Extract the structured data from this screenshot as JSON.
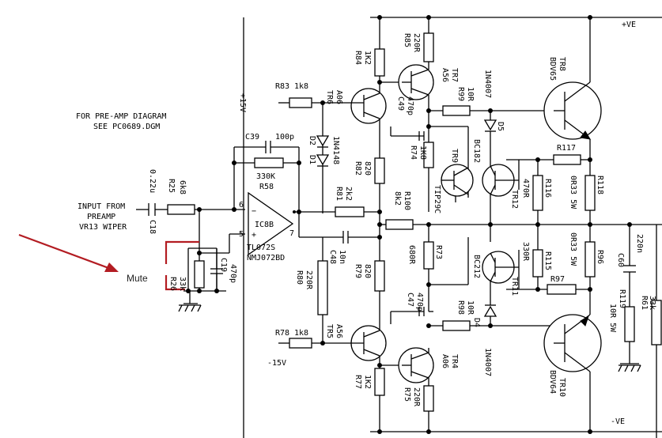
{
  "rails": {
    "pos": "+VE",
    "neg": "-VE",
    "p15": "+15V",
    "n15": "-15V"
  },
  "note": {
    "line1": "FOR PRE-AMP DIAGRAM",
    "line2": "SEE PC0689.DGM"
  },
  "input": {
    "line1": "INPUT FROM",
    "line2": "PREAMP",
    "line3": "VR13 WIPER"
  },
  "mute_label": "Mute",
  "opamp": {
    "name": "IC8B",
    "part1": "TL072S",
    "part2": "NMJ072BD",
    "pin_inv": "6",
    "pin_non": "5",
    "pin_out": "7",
    "minus": "−",
    "plus": "+"
  },
  "c18": {
    "ref": "C18",
    "val": "0.22u"
  },
  "r25": {
    "ref": "R25",
    "val": "6k8"
  },
  "c39": {
    "ref": "C39",
    "val": "100p"
  },
  "r58": {
    "ref": "R58",
    "val": "330K"
  },
  "r26": {
    "ref": "R26",
    "val": "33k"
  },
  "c19": {
    "ref": "C19",
    "val": "470p"
  },
  "r83": {
    "ref": "R83",
    "val": "1k8"
  },
  "r78": {
    "ref": "R78",
    "val": "1k8"
  },
  "d2": {
    "ref": "D2",
    "val": "1N4148"
  },
  "d1": {
    "ref": "D1"
  },
  "c48": {
    "ref": "C48",
    "val": "10n"
  },
  "r80": {
    "ref": "R80",
    "val": "220R"
  },
  "r81": {
    "ref": "R81",
    "val": "2k2"
  },
  "r82": {
    "ref": "R82",
    "val": "820"
  },
  "r79": {
    "ref": "R79",
    "val": "820"
  },
  "r84": {
    "ref": "R84",
    "val": "1K2"
  },
  "r77": {
    "ref": "R77",
    "val": "1K2"
  },
  "tr6": {
    "ref": "TR6",
    "val": "A06"
  },
  "tr5": {
    "ref": "TR5",
    "val": "A56"
  },
  "r85": {
    "ref": "R85",
    "val": "220R"
  },
  "r75": {
    "ref": "R75",
    "val": "220R"
  },
  "tr7": {
    "ref": "TR7",
    "val": "A56"
  },
  "tr4": {
    "ref": "TR4",
    "val": "A06"
  },
  "c49": {
    "ref": "C49",
    "val": "470p"
  },
  "c47": {
    "ref": "C47",
    "val": "470p"
  },
  "r74": {
    "ref": "R74",
    "val": "1K8"
  },
  "r73": {
    "ref": "R73",
    "val": "680R"
  },
  "r100": {
    "ref": "R100",
    "val": "8k2"
  },
  "tr9": {
    "ref": "TR9",
    "val": "TIP29C"
  },
  "r99": {
    "ref": "R99",
    "val": "10R"
  },
  "r98": {
    "ref": "R98",
    "val": "10R"
  },
  "d5": {
    "ref": "D5",
    "val": "1N4007"
  },
  "d4": {
    "ref": "D4",
    "val": "1N4007"
  },
  "tr12": {
    "ref": "TR12",
    "val": "BC182"
  },
  "tr11": {
    "ref": "TR11",
    "val": "BC212"
  },
  "r116": {
    "ref": "R116",
    "val": "470R"
  },
  "r115": {
    "ref": "R115",
    "val": "330R"
  },
  "r117": {
    "ref": "R117"
  },
  "r97": {
    "ref": "R97"
  },
  "r118": {
    "ref": "R118",
    "val": "0R33 5W"
  },
  "r96": {
    "ref": "R96",
    "val": "0R33 5W"
  },
  "tr8": {
    "ref": "TR8",
    "val": "BDV65"
  },
  "tr10": {
    "ref": "TR10",
    "val": "BDV64"
  },
  "c60": {
    "ref": "C60",
    "val": "220n"
  },
  "r119": {
    "ref": "R119",
    "val": "10R 5W"
  },
  "r61": {
    "ref": "R61",
    "val": "33k"
  }
}
